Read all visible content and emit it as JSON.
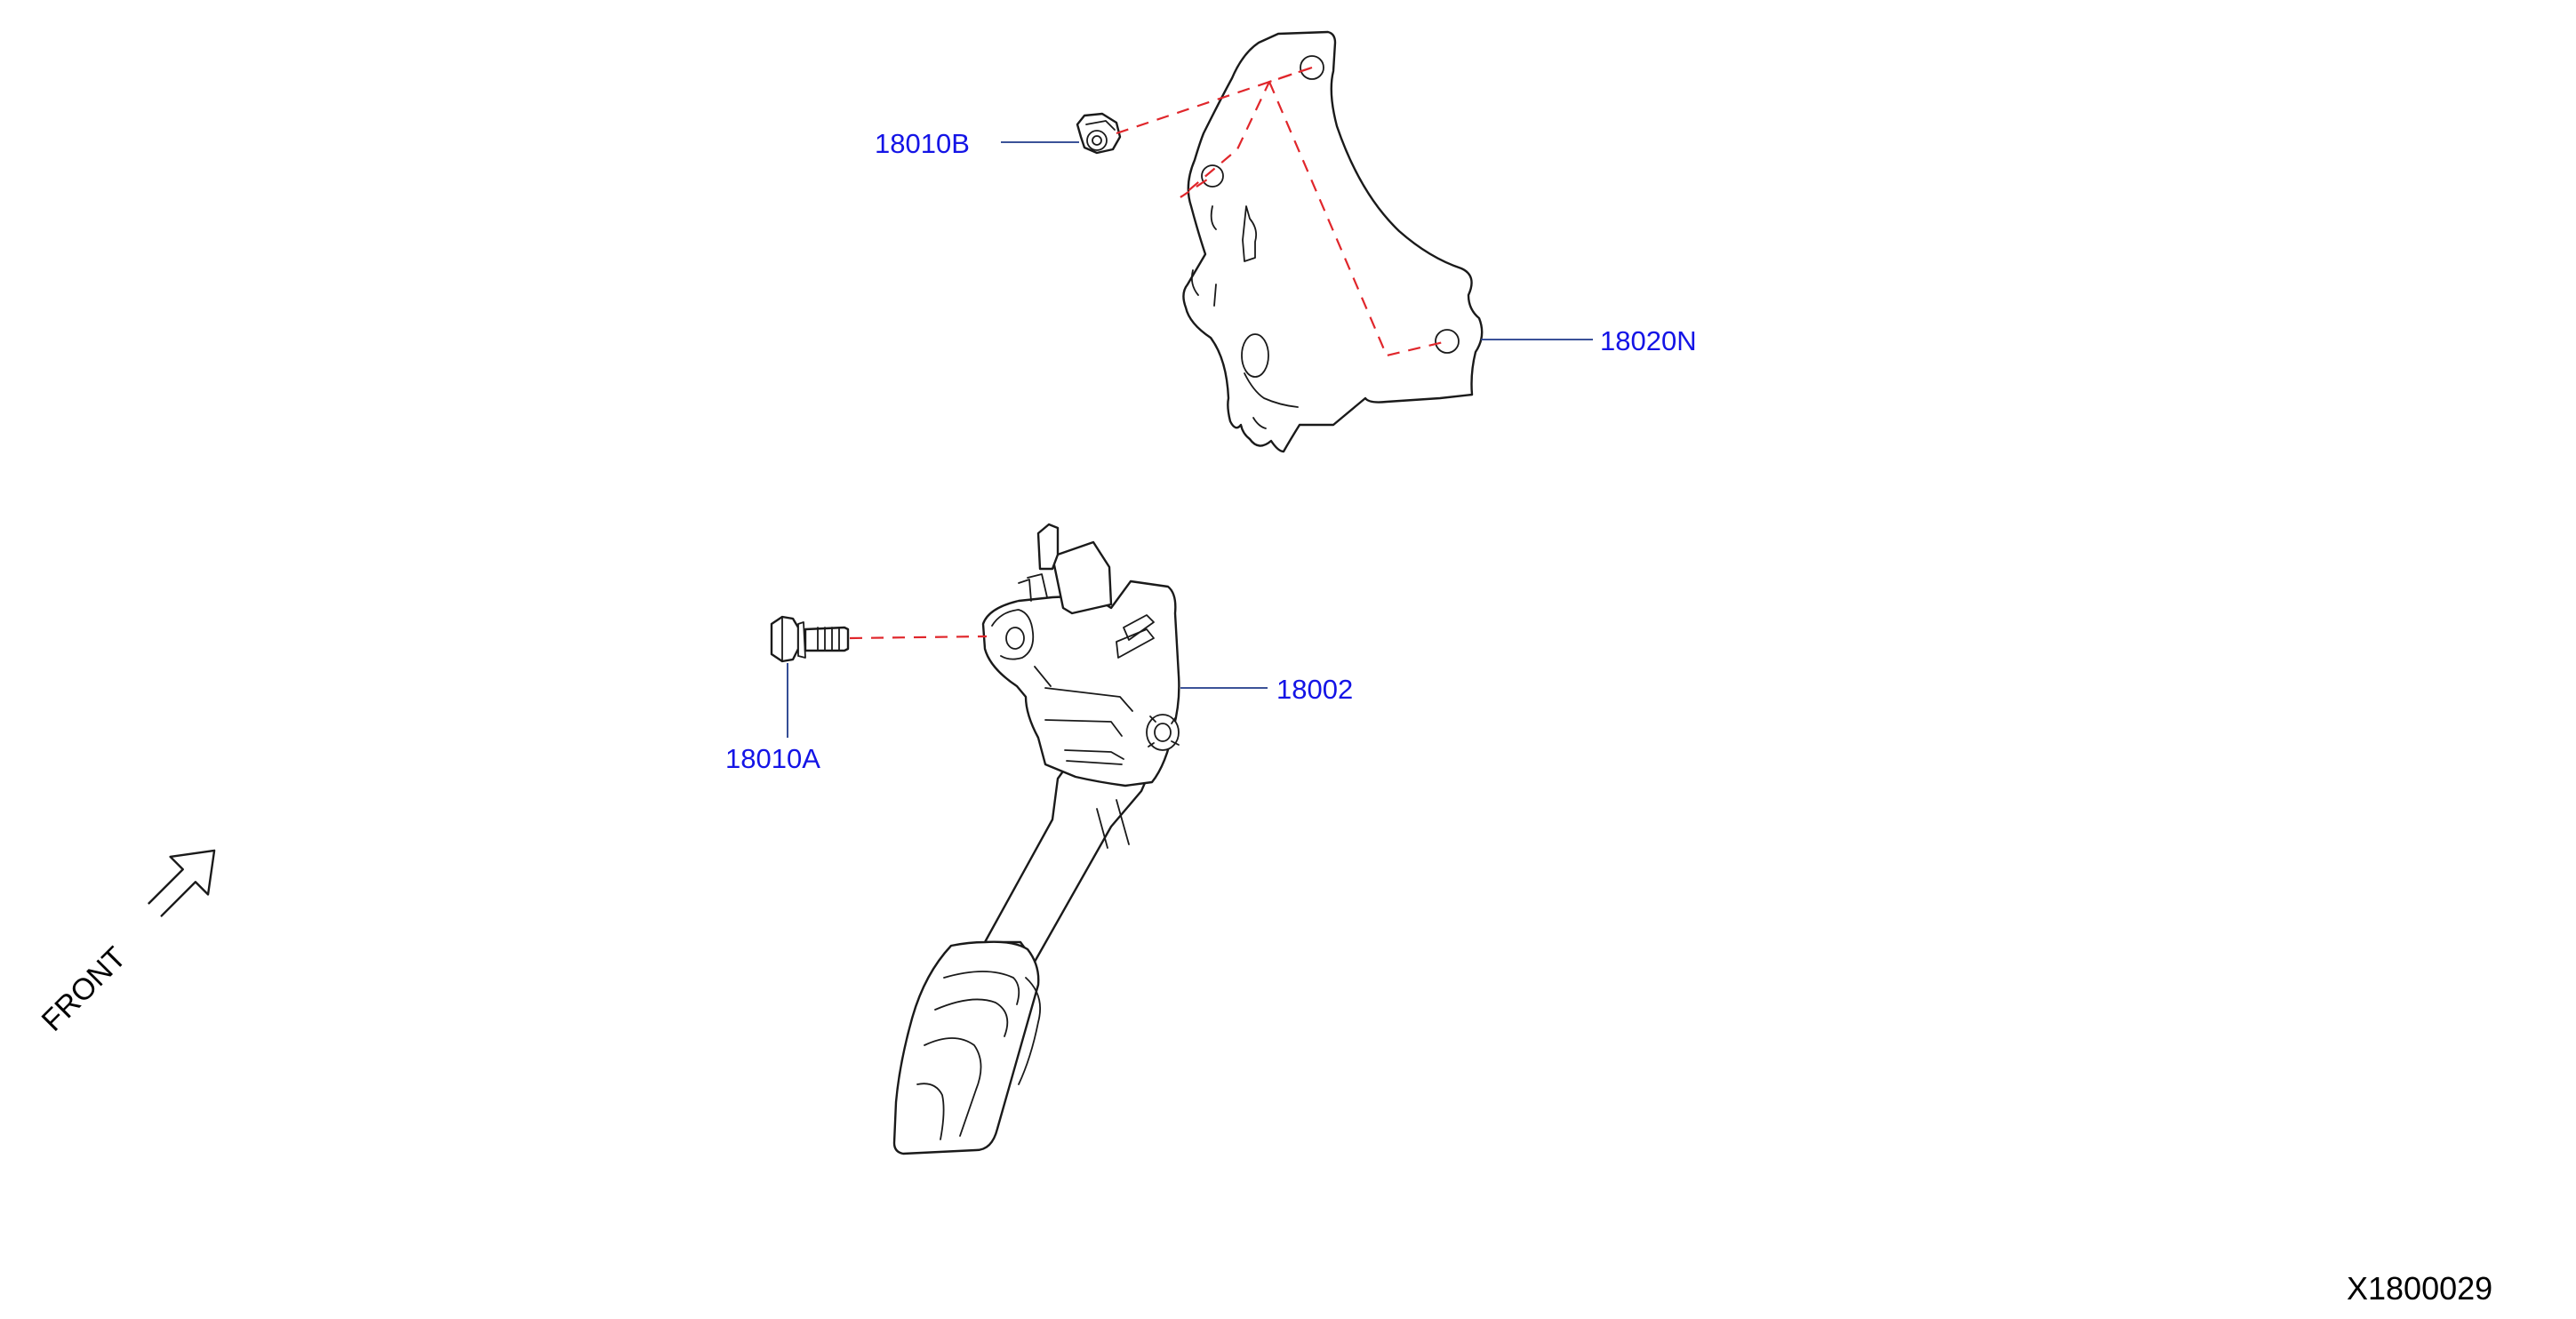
{
  "colors": {
    "callout_text": "#1414e6",
    "leader_line": "#1f3a8a",
    "dashed_line": "#e0262b",
    "outline": "#1a1a1a"
  },
  "callouts": {
    "nut": "18010B",
    "bracket": "18020N",
    "pedal_assembly": "18002",
    "bolt": "18010A"
  },
  "orientation": {
    "label": "FRONT",
    "icon": "front-arrow-icon"
  },
  "diagram_id": "X1800029"
}
